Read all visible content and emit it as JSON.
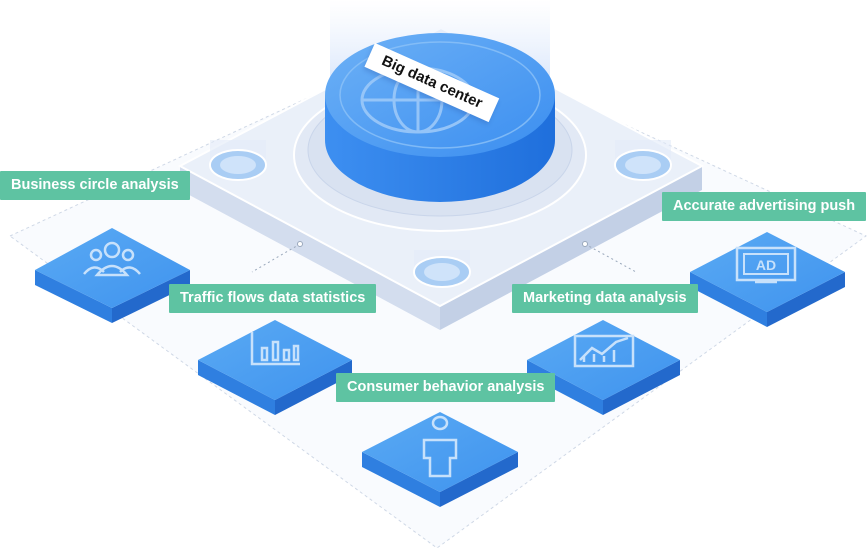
{
  "center": {
    "label": "Big data center",
    "icon": "globe-icon"
  },
  "modules": [
    {
      "label": "Business circle analysis",
      "icon": "user-group-icon"
    },
    {
      "label": "Traffic flows data statistics",
      "icon": "bar-chart-icon"
    },
    {
      "label": "Consumer behavior analysis",
      "icon": "person-icon"
    },
    {
      "label": "Marketing data analysis",
      "icon": "trend-chart-icon"
    },
    {
      "label": "Accurate advertising push",
      "icon": "ad-screen-icon",
      "icon_text": "AD"
    }
  ],
  "colors": {
    "label_bg": "#5ec3a2",
    "tile_top": "#4e9ff0",
    "tile_side": "#2f7fe0",
    "platform": "#e9eef8",
    "cylinder": "#3a8cef"
  }
}
